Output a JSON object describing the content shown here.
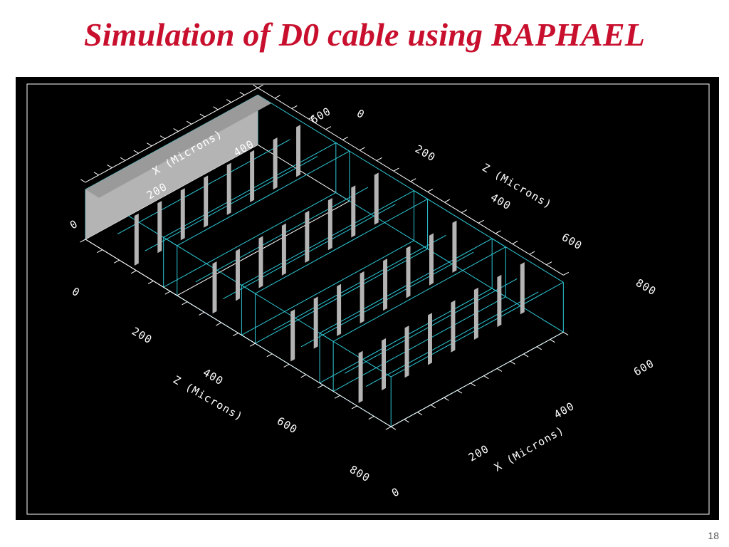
{
  "slide": {
    "title": "Simulation of D0 cable using RAPHAEL",
    "page_number": "18"
  },
  "plot": {
    "x_axis_back": {
      "ticks": [
        "0",
        "200",
        "400",
        "600"
      ],
      "title": "X (Microns)"
    },
    "z_axis_back": {
      "ticks": [
        "0",
        "200",
        "400",
        "600",
        "800"
      ],
      "title": "Z (Microns)"
    },
    "z_axis_front": {
      "ticks": [
        "0",
        "200",
        "400",
        "600",
        "800"
      ],
      "title": "Z (Microns)"
    },
    "x_axis_front": {
      "ticks": [
        "0",
        "200",
        "400",
        "600"
      ],
      "title": "X (Microns)"
    },
    "colors": {
      "background": "#000000",
      "wireframe": "#2ec8d6",
      "axes": "#ffffff",
      "conductor": "#b4b4b4",
      "title": "#c8102e"
    }
  }
}
